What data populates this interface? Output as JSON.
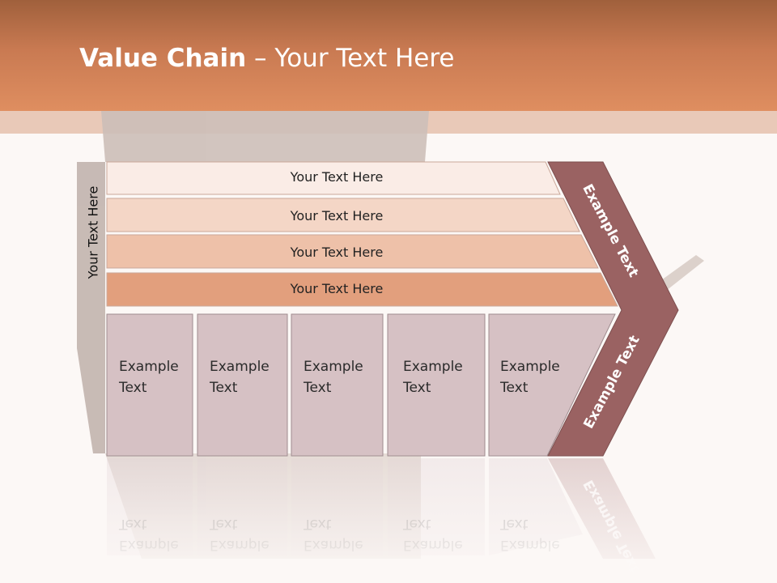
{
  "title": {
    "bold": "Value Chain",
    "rest": " – Your Text Here"
  },
  "side_label": "Your Text Here",
  "bars": [
    "Your Text Here",
    "Your Text Here",
    "Your Text Here",
    "Your Text Here"
  ],
  "boxes": [
    {
      "line1": "Example",
      "line2": "Text"
    },
    {
      "line1": "Example",
      "line2": "Text"
    },
    {
      "line1": "Example",
      "line2": "Text"
    },
    {
      "line1": "Example",
      "line2": "Text"
    },
    {
      "line1": "Example",
      "line2": "Text"
    }
  ],
  "chevron": {
    "upper": "Example Text",
    "lower": "Example Text"
  },
  "colors": {
    "header": "#c97a52",
    "bar1": "#faece6",
    "bar2": "#f4d6c6",
    "bar3": "#eec1a9",
    "bar4": "#e29f7d",
    "box": "#d6c1c4",
    "chevron": "#9a6262"
  }
}
